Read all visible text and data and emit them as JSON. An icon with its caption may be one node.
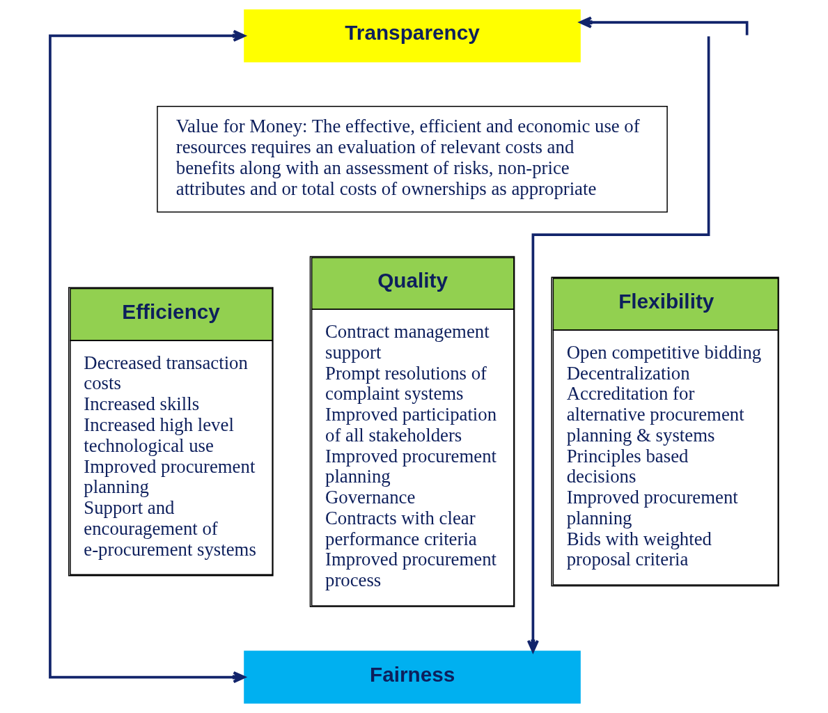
{
  "diagram": {
    "nodes": [
      {
        "text": [
          "Transparency"
        ]
      },
      {
        "text": [
          "Value for Money: The effective, efficient and economic use of resources requires an evaluation of relevant costs and benefits along with an assessment of risks, non-price attributes and or total costs of ownerships as appropriate"
        ]
      },
      {
        "text": [
          "Efficiency",
          "Decreased transaction costs",
          "Increased skills",
          "Increased high level technological use",
          "Improved procurement planning",
          "Support and encouragement of e-procurement systems"
        ]
      },
      {
        "text": [
          "Quality",
          "Contract management support",
          "Prompt resolutions of complaint systems",
          "Improved participation of all stakeholders",
          "Improved procurement planning",
          "Governance",
          "Contracts with clear performance criteria",
          "Improved procurement process"
        ]
      },
      {
        "text": [
          "Flexibility",
          "Open competitive bidding",
          "Decentralization",
          "Accreditation for alternative procurement planning & systems",
          "Principles based decisions",
          "Improved procurement planning",
          "Bids with weighted proposal criteria"
        ]
      },
      {
        "text": [
          "Fairness"
        ]
      }
    ],
    "edges": [
      {
        "from": 5,
        "to": 0,
        "arrow": "both"
      },
      {
        "from": null,
        "to": 0,
        "arrow": "to"
      },
      {
        "from": null,
        "to": 5,
        "arrow": "to"
      }
    ]
  }
}
